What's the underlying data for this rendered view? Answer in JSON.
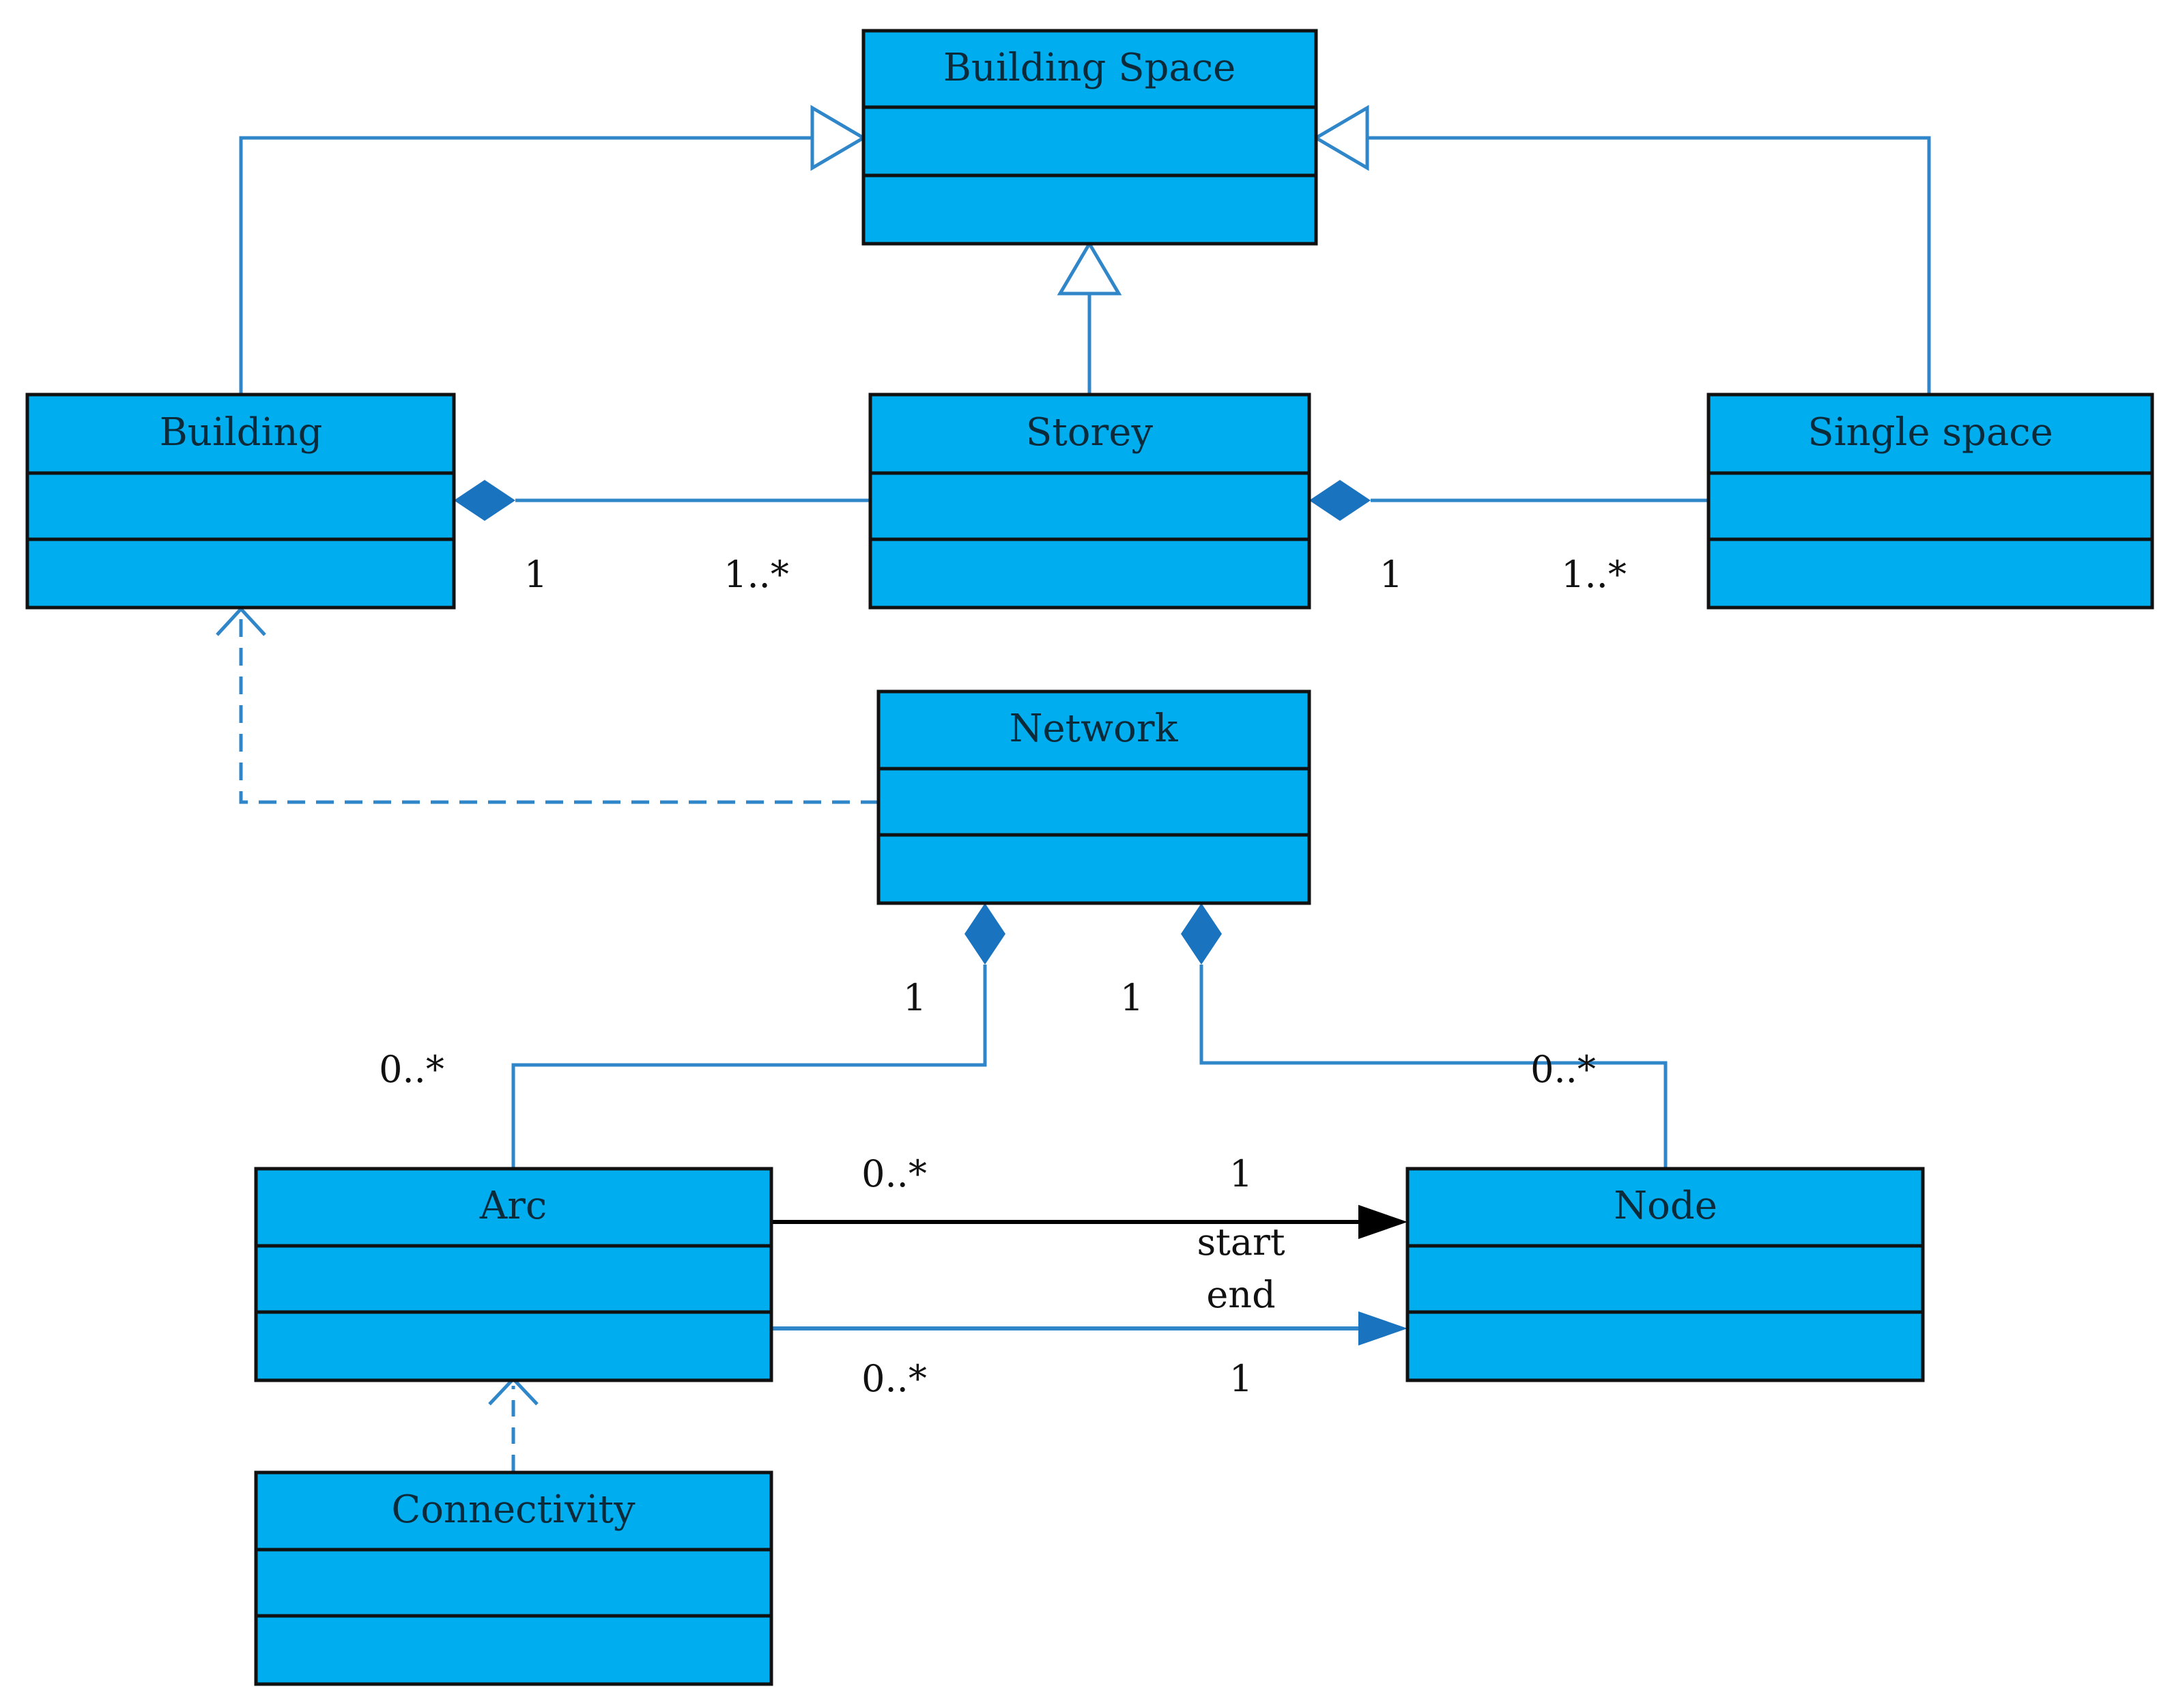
{
  "diagram": {
    "colors": {
      "class_fill": "#00aeef",
      "class_border": "#111111",
      "line_blue": "#2f86c9",
      "diamond_blue": "#1a73bf",
      "line_black": "#000000"
    },
    "classes": {
      "building_space": "Building Space",
      "building": "Building",
      "storey": "Storey",
      "single_space": "Single space",
      "network": "Network",
      "arc": "Arc",
      "node": "Node",
      "connectivity": "Connectivity"
    },
    "multiplicities": {
      "building_storey_building": "1",
      "building_storey_storey": "1..*",
      "storey_space_storey": "1",
      "storey_space_space": "1..*",
      "network_arc_network": "1",
      "network_arc_arc": "0..*",
      "network_node_network": "1",
      "network_node_node": "0..*",
      "arc_start_arc": "0..*",
      "arc_start_node": "1",
      "arc_end_arc": "0..*",
      "arc_end_node": "1"
    },
    "roles": {
      "start": "start",
      "end": "end"
    }
  }
}
